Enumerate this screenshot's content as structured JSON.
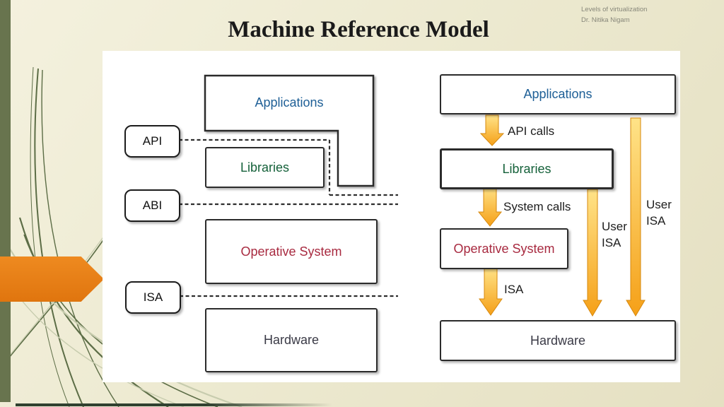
{
  "slide": {
    "title": "Machine Reference Model",
    "header": {
      "line1": "Levels of virtualization",
      "line2": "Dr. Nitika Nigam"
    }
  },
  "left_diagram": {
    "applications": "Applications",
    "api": "API",
    "libraries": "Libraries",
    "abi": "ABI",
    "operative_system": "Operative System",
    "isa": "ISA",
    "hardware": "Hardware"
  },
  "right_diagram": {
    "applications": "Applications",
    "api_calls": "API calls",
    "libraries": "Libraries",
    "system_calls": "System calls",
    "operative_system": "Operative System",
    "isa": "ISA",
    "hardware": "Hardware",
    "user_isa_middle": "User ISA",
    "user_isa_right": "User ISA"
  },
  "colors": {
    "accent_orange": "#e87c17",
    "sidebar_olive": "#68744e",
    "background_cream": "#edead1",
    "applications_text": "#1e5f96",
    "libraries_text": "#15613a",
    "operative_system_text": "#a82a40",
    "hardware_text": "#3a3a46",
    "arrow_gold_light": "#ffdf7e",
    "arrow_gold_dark": "#f5a018",
    "box_border": "#2b2b2b"
  }
}
